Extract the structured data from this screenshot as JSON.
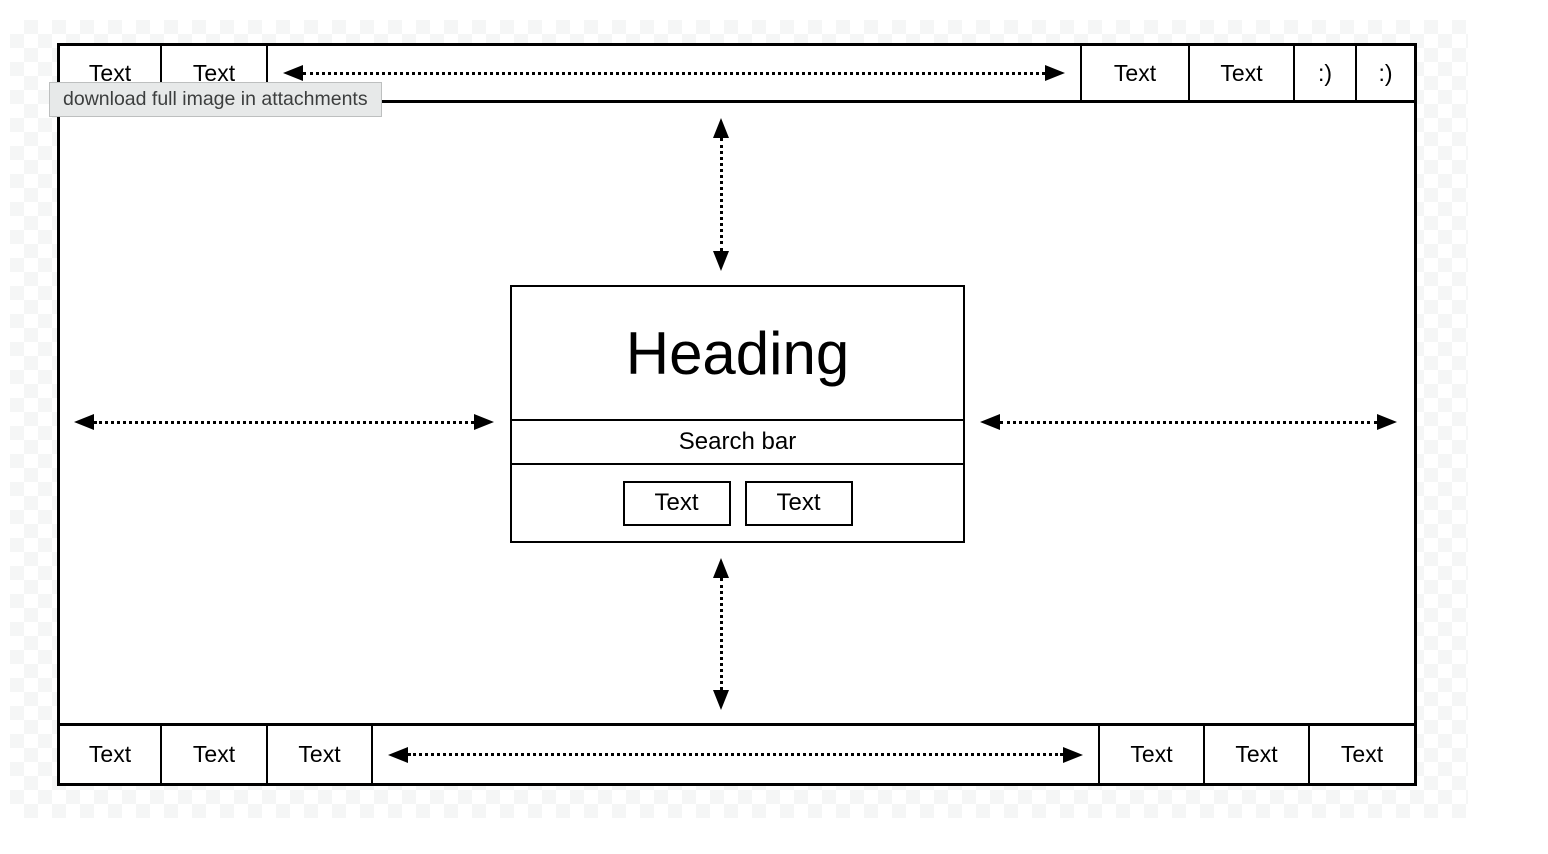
{
  "tooltip": {
    "text": "download full image in attachments"
  },
  "top_bar": {
    "left_cells": [
      "Text",
      "Text"
    ],
    "right_cells": [
      "Text",
      "Text",
      ":)",
      ":)"
    ]
  },
  "bottom_bar": {
    "left_cells": [
      "Text",
      "Text",
      "Text"
    ],
    "right_cells": [
      "Text",
      "Text",
      "Text"
    ]
  },
  "center_panel": {
    "heading": "Heading",
    "search_label": "Search bar",
    "buttons": [
      "Text",
      "Text"
    ]
  },
  "colors": {
    "line": "#000000",
    "canvas_bg": "#ffffff",
    "checker": "#f5f6f6",
    "tooltip_bg": "#e7e9e9",
    "tooltip_text": "#3c3e3e"
  }
}
